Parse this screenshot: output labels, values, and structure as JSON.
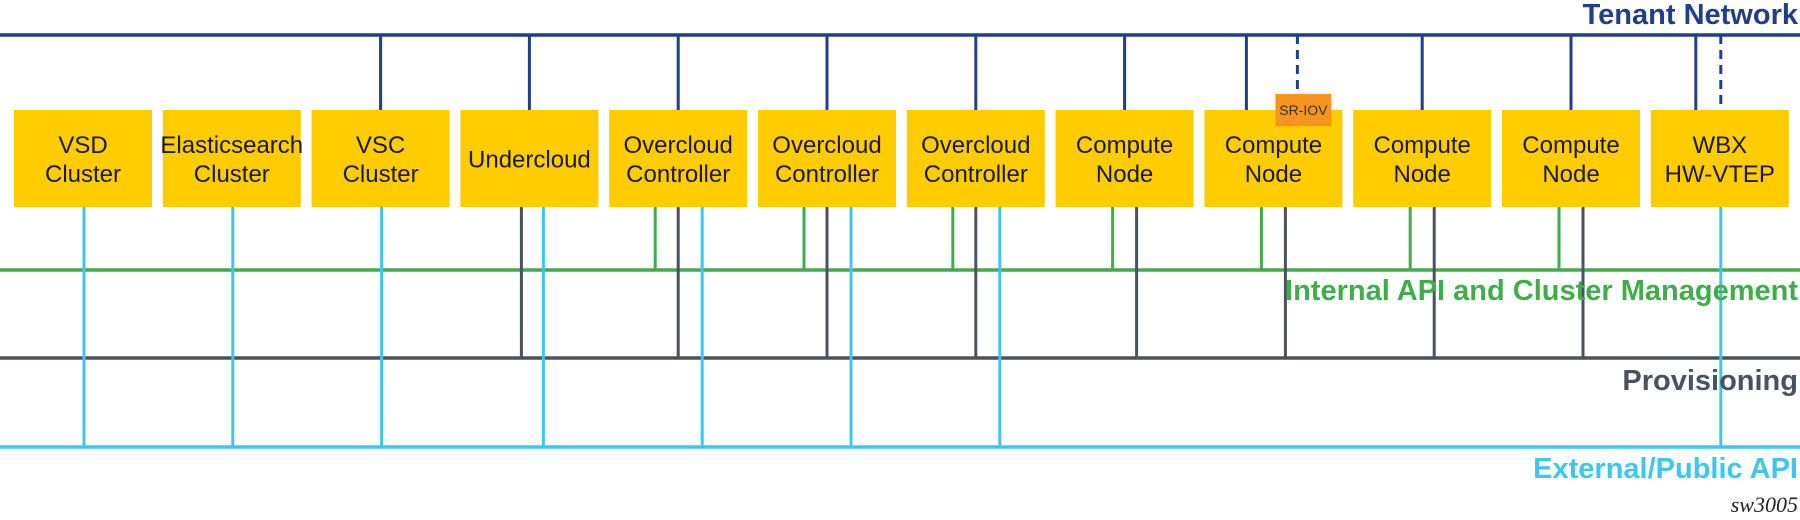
{
  "colors": {
    "tenant": "#1f3f8a",
    "internal": "#3fae49",
    "provisioning": "#4a5260",
    "external": "#3cc7ef",
    "node_fill": "#ffcc00",
    "badge_fill": "#f7941d"
  },
  "networks": [
    {
      "id": "tenant",
      "label": "Tenant Network"
    },
    {
      "id": "internal",
      "label": "Internal API and Cluster Management"
    },
    {
      "id": "provisioning",
      "label": "Provisioning"
    },
    {
      "id": "external",
      "label": "External/Public API"
    }
  ],
  "nodes": [
    {
      "lines": [
        "VSD",
        "Cluster"
      ],
      "tenant": false,
      "tenant_dashed": false,
      "internal": false,
      "provisioning": false,
      "external": true
    },
    {
      "lines": [
        "Elasticsearch",
        "Cluster"
      ],
      "tenant": false,
      "tenant_dashed": false,
      "internal": false,
      "provisioning": false,
      "external": true
    },
    {
      "lines": [
        "VSC",
        "Cluster"
      ],
      "tenant": true,
      "tenant_dashed": false,
      "internal": false,
      "provisioning": false,
      "external": true
    },
    {
      "lines": [
        "Undercloud"
      ],
      "tenant": true,
      "tenant_dashed": false,
      "internal": false,
      "provisioning": true,
      "external": true
    },
    {
      "lines": [
        "Overcloud",
        "Controller"
      ],
      "tenant": true,
      "tenant_dashed": false,
      "internal": true,
      "provisioning": true,
      "external": true
    },
    {
      "lines": [
        "Overcloud",
        "Controller"
      ],
      "tenant": true,
      "tenant_dashed": false,
      "internal": true,
      "provisioning": true,
      "external": true
    },
    {
      "lines": [
        "Overcloud",
        "Controller"
      ],
      "tenant": true,
      "tenant_dashed": false,
      "internal": true,
      "provisioning": true,
      "external": true
    },
    {
      "lines": [
        "Compute",
        "Node"
      ],
      "tenant": true,
      "tenant_dashed": false,
      "internal": true,
      "provisioning": true,
      "external": false
    },
    {
      "lines": [
        "Compute",
        "Node"
      ],
      "tenant": true,
      "tenant_dashed": true,
      "internal": true,
      "provisioning": true,
      "external": false,
      "badge": "SR-IOV"
    },
    {
      "lines": [
        "Compute",
        "Node"
      ],
      "tenant": true,
      "tenant_dashed": false,
      "internal": true,
      "provisioning": true,
      "external": false
    },
    {
      "lines": [
        "Compute",
        "Node"
      ],
      "tenant": true,
      "tenant_dashed": false,
      "internal": true,
      "provisioning": true,
      "external": false
    },
    {
      "lines": [
        "WBX",
        "HW-VTEP"
      ],
      "tenant": true,
      "tenant_dashed": true,
      "internal": false,
      "provisioning": false,
      "external": true
    }
  ],
  "figure_id": "sw3005"
}
